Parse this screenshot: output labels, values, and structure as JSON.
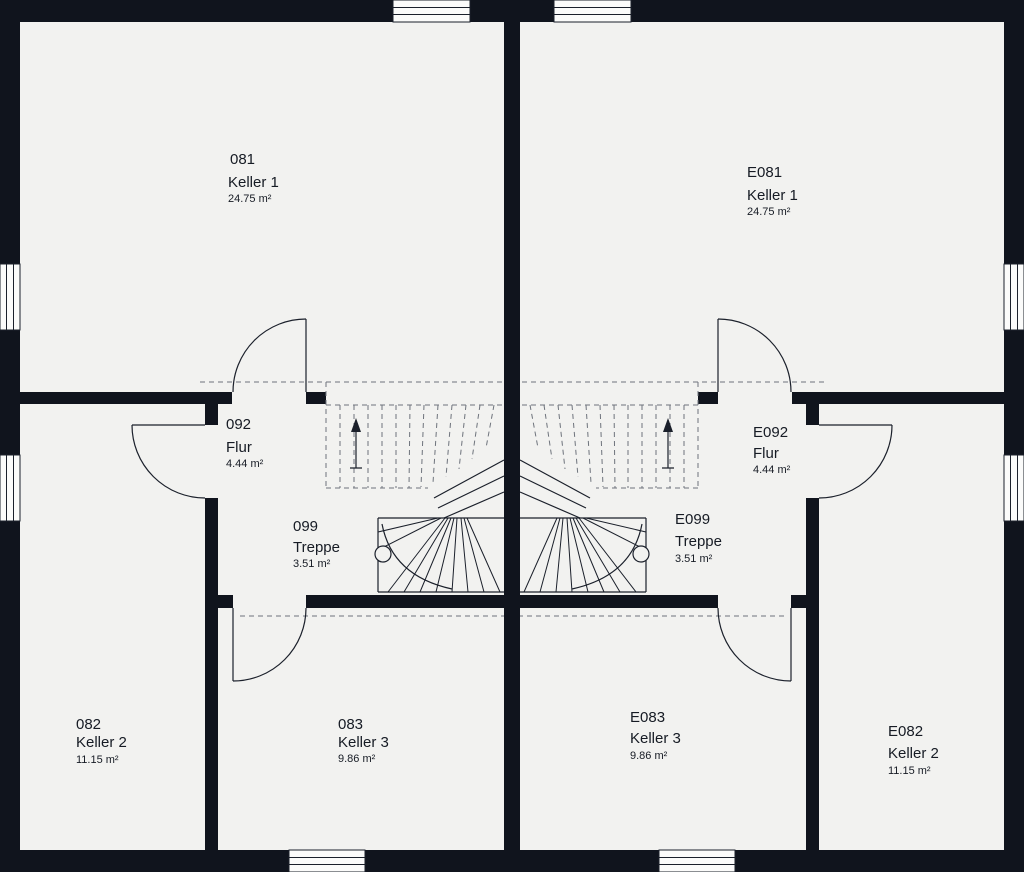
{
  "colors": {
    "background": "#10141d",
    "room_fill": "#f2f2f0",
    "line": "#1b202b",
    "dashed_line": "#6e737c"
  },
  "rooms": [
    {
      "id": "081",
      "name": "Keller 1",
      "area": "24.75 m²"
    },
    {
      "id": "E081",
      "name": "Keller 1",
      "area": "24.75 m²"
    },
    {
      "id": "092",
      "name": "Flur",
      "area": "4.44 m²"
    },
    {
      "id": "E092",
      "name": "Flur",
      "area": "4.44 m²"
    },
    {
      "id": "099",
      "name": "Treppe",
      "area": "3.51 m²"
    },
    {
      "id": "E099",
      "name": "Treppe",
      "area": "3.51 m²"
    },
    {
      "id": "082",
      "name": "Keller 2",
      "area": "11.15 m²"
    },
    {
      "id": "083",
      "name": "Keller 3",
      "area": "9.86 m²"
    },
    {
      "id": "E083",
      "name": "Keller 3",
      "area": "9.86 m²"
    },
    {
      "id": "E082",
      "name": "Keller 2",
      "area": "11.15 m²"
    }
  ]
}
